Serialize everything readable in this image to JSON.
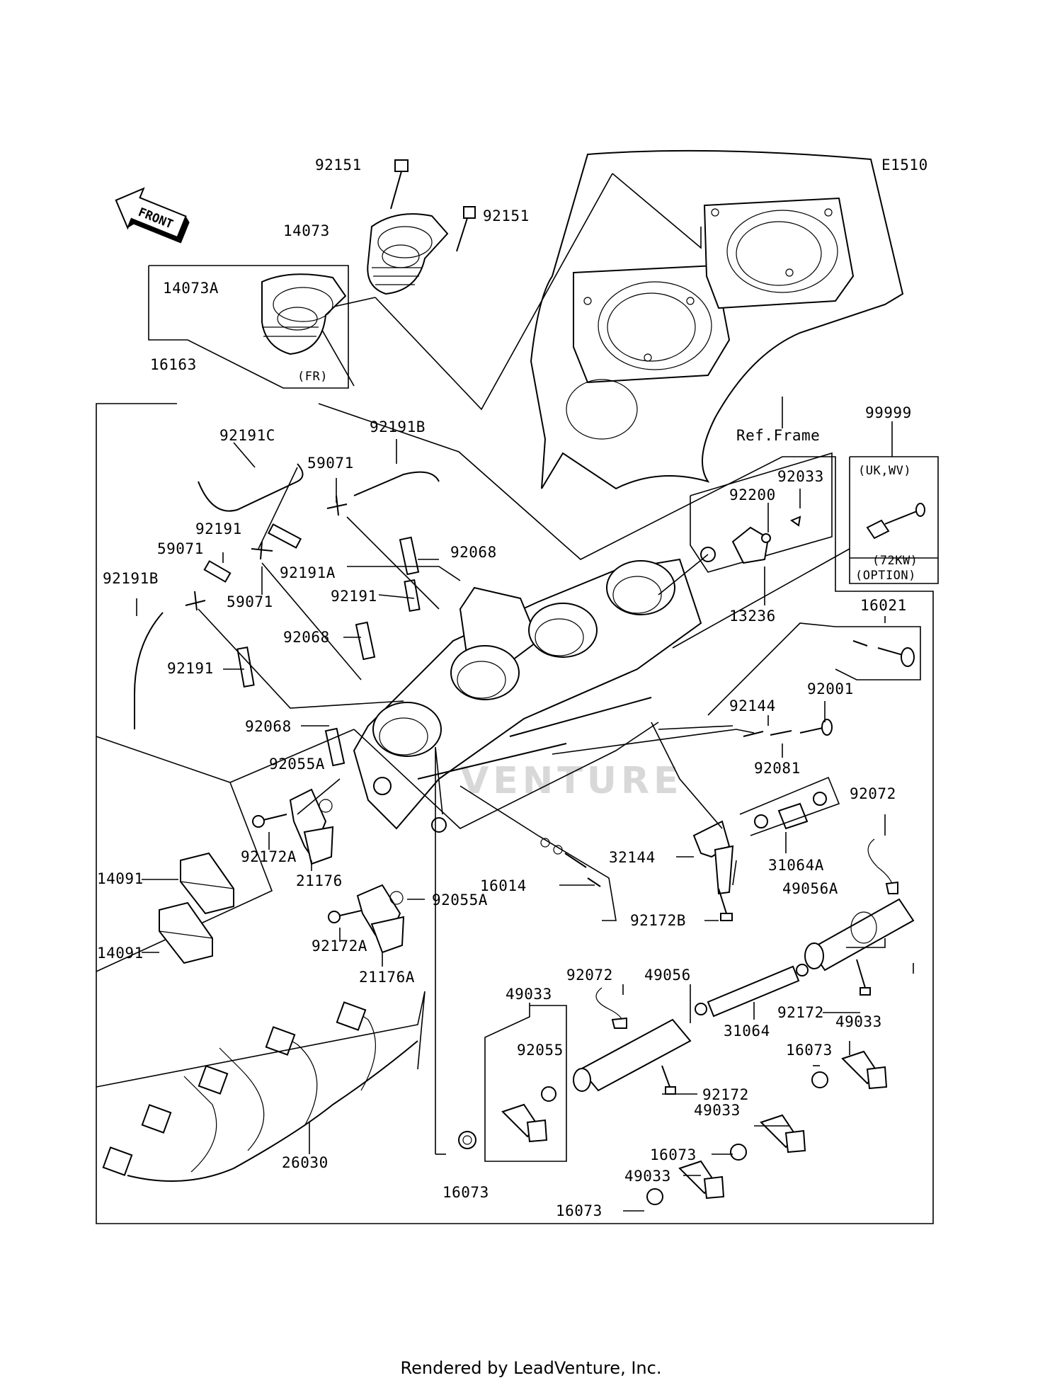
{
  "diagram_code": "E1510",
  "front_label": "FRONT",
  "ref_frame": "Ref.Frame",
  "footer": "Rendered by LeadVenture, Inc.",
  "watermark": "VENTURE",
  "notes": {
    "fr": "(FR)",
    "uk_wv": "(UK,WV)",
    "kw72": "(72KW)",
    "option": "(OPTION)"
  },
  "labels": [
    {
      "id": "l-92151-top",
      "text": "92151"
    },
    {
      "id": "l-92151-right",
      "text": "92151"
    },
    {
      "id": "l-14073",
      "text": "14073"
    },
    {
      "id": "l-14073A",
      "text": "14073A"
    },
    {
      "id": "l-16163",
      "text": "16163"
    },
    {
      "id": "l-92191C",
      "text": "92191C"
    },
    {
      "id": "l-92191B-top",
      "text": "92191B"
    },
    {
      "id": "l-59071-a",
      "text": "59071"
    },
    {
      "id": "l-92191-a",
      "text": "92191"
    },
    {
      "id": "l-59071-b",
      "text": "59071"
    },
    {
      "id": "l-92191A",
      "text": "92191A"
    },
    {
      "id": "l-59071-c",
      "text": "59071"
    },
    {
      "id": "l-92191B-left",
      "text": "92191B"
    },
    {
      "id": "l-92068-a",
      "text": "92068"
    },
    {
      "id": "l-92191-b",
      "text": "92191"
    },
    {
      "id": "l-92068-b",
      "text": "92068"
    },
    {
      "id": "l-92191-c",
      "text": "92191"
    },
    {
      "id": "l-92068-c",
      "text": "92068"
    },
    {
      "id": "l-92055A-a",
      "text": "92055A"
    },
    {
      "id": "l-92172A-a",
      "text": "92172A"
    },
    {
      "id": "l-21176",
      "text": "21176"
    },
    {
      "id": "l-92055A-b",
      "text": "92055A"
    },
    {
      "id": "l-92172A-b",
      "text": "92172A"
    },
    {
      "id": "l-21176A",
      "text": "21176A"
    },
    {
      "id": "l-14091-a",
      "text": "14091"
    },
    {
      "id": "l-14091-b",
      "text": "14091"
    },
    {
      "id": "l-26030",
      "text": "26030"
    },
    {
      "id": "l-16073-a",
      "text": "16073"
    },
    {
      "id": "l-49033-a",
      "text": "49033"
    },
    {
      "id": "l-92055",
      "text": "92055"
    },
    {
      "id": "l-92072-a",
      "text": "92072"
    },
    {
      "id": "l-49056",
      "text": "49056"
    },
    {
      "id": "l-31064",
      "text": "31064"
    },
    {
      "id": "l-92172-a",
      "text": "92172"
    },
    {
      "id": "l-49033-b",
      "text": "49033"
    },
    {
      "id": "l-16073-b",
      "text": "16073"
    },
    {
      "id": "l-49033-c",
      "text": "49033"
    },
    {
      "id": "l-16073-c",
      "text": "16073"
    },
    {
      "id": "l-92172-b",
      "text": "92172"
    },
    {
      "id": "l-49033-d",
      "text": "49033"
    },
    {
      "id": "l-16073-d",
      "text": "16073"
    },
    {
      "id": "l-49056A",
      "text": "49056A"
    },
    {
      "id": "l-92072-b",
      "text": "92072"
    },
    {
      "id": "l-31064A",
      "text": "31064A"
    },
    {
      "id": "l-32144",
      "text": "32144"
    },
    {
      "id": "l-92172B",
      "text": "92172B"
    },
    {
      "id": "l-16014",
      "text": "16014"
    },
    {
      "id": "l-92081",
      "text": "92081"
    },
    {
      "id": "l-92144",
      "text": "92144"
    },
    {
      "id": "l-92001",
      "text": "92001"
    },
    {
      "id": "l-16021",
      "text": "16021"
    },
    {
      "id": "l-13236",
      "text": "13236"
    },
    {
      "id": "l-92033",
      "text": "92033"
    },
    {
      "id": "l-92200",
      "text": "92200"
    },
    {
      "id": "l-99999",
      "text": "99999"
    }
  ]
}
